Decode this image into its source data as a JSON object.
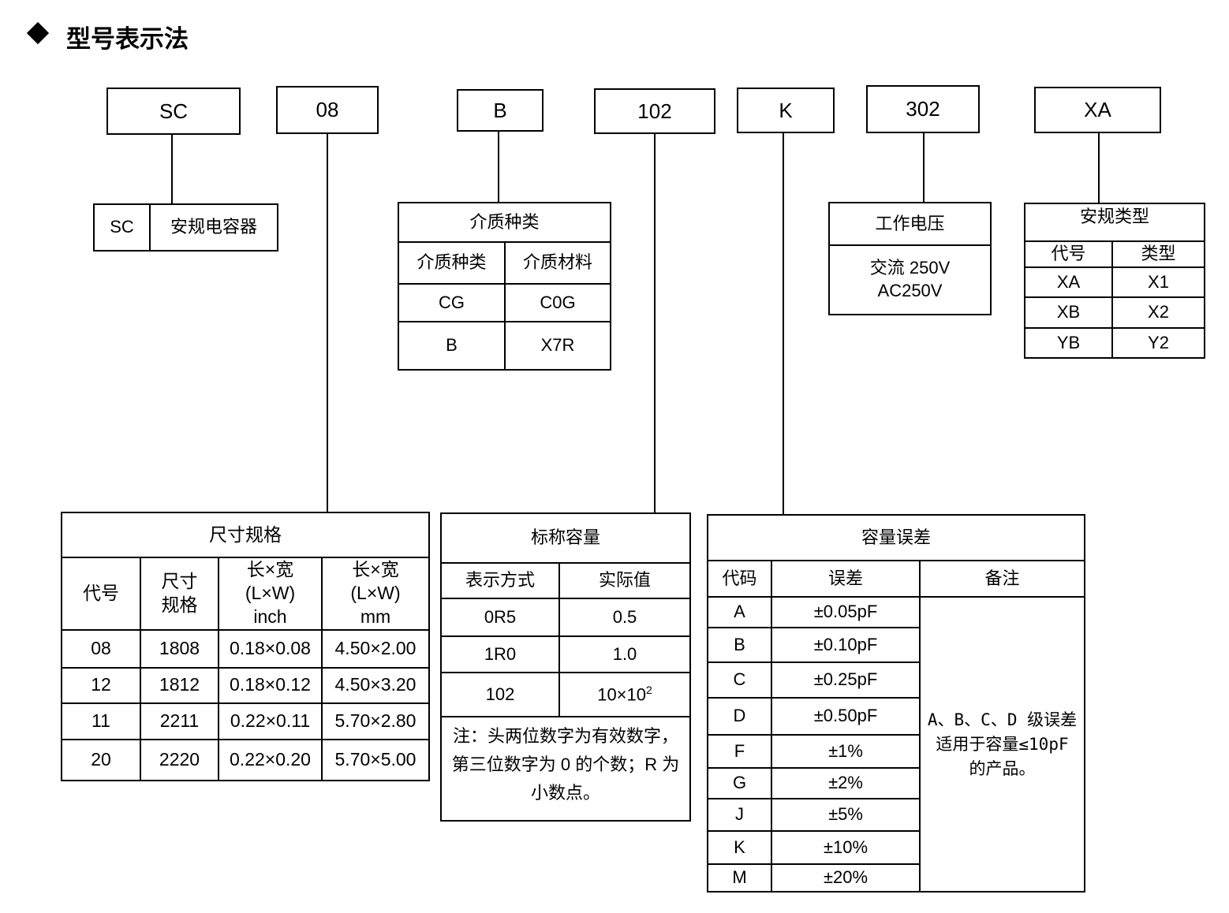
{
  "title": "型号表示法",
  "codes": [
    "SC",
    "08",
    "B",
    "102",
    "K",
    "302",
    "XA"
  ],
  "series": {
    "code": "SC",
    "name": "安规电容器"
  },
  "dielectric": {
    "title": "介质种类",
    "headers": [
      "介质种类",
      "介质材料"
    ],
    "rows": [
      [
        "CG",
        "C0G"
      ],
      [
        "B",
        "X7R"
      ]
    ]
  },
  "voltage": {
    "title": "工作电压",
    "value_line1": "交流 250V",
    "value_line2": "AC250V"
  },
  "safety": {
    "title": "安规类型",
    "headers": [
      "代号",
      "类型"
    ],
    "rows": [
      [
        "XA",
        "X1"
      ],
      [
        "XB",
        "X2"
      ],
      [
        "YB",
        "Y2"
      ]
    ]
  },
  "size": {
    "title": "尺寸规格",
    "headers": [
      "代号",
      "尺寸\n规格",
      "长×宽\n(L×W)\ninch",
      "长×宽\n(L×W)\nmm"
    ],
    "rows": [
      [
        "08",
        "1808",
        "0.18×0.08",
        "4.50×2.00"
      ],
      [
        "12",
        "1812",
        "0.18×0.12",
        "4.50×3.20"
      ],
      [
        "11",
        "2211",
        "0.22×0.11",
        "5.70×2.80"
      ],
      [
        "20",
        "2220",
        "0.22×0.20",
        "5.70×5.00"
      ]
    ]
  },
  "capacitance": {
    "title": "标称容量",
    "headers": [
      "表示方式",
      "实际值"
    ],
    "rows": [
      [
        "0R5",
        "0.5"
      ],
      [
        "1R0",
        "1.0"
      ]
    ],
    "last_code": "102",
    "last_value_base": "10×10",
    "last_value_exp": "2",
    "note": "注：头两位数字为有效数字，第三位数字为 0 的个数；R 为小数点。"
  },
  "tolerance": {
    "title": "容量误差",
    "headers": [
      "代码",
      "误差",
      "备注"
    ],
    "rows": [
      [
        "A",
        "±0.05pF"
      ],
      [
        "B",
        "±0.10pF"
      ],
      [
        "C",
        "±0.25pF"
      ],
      [
        "D",
        "±0.50pF"
      ],
      [
        "F",
        "±1%"
      ],
      [
        "G",
        "±2%"
      ],
      [
        "J",
        "±5%"
      ],
      [
        "K",
        "±10%"
      ],
      [
        "M",
        "±20%"
      ]
    ],
    "remark": "A、B、C、D 级误差适用于容量≤10pF 的产品。"
  }
}
